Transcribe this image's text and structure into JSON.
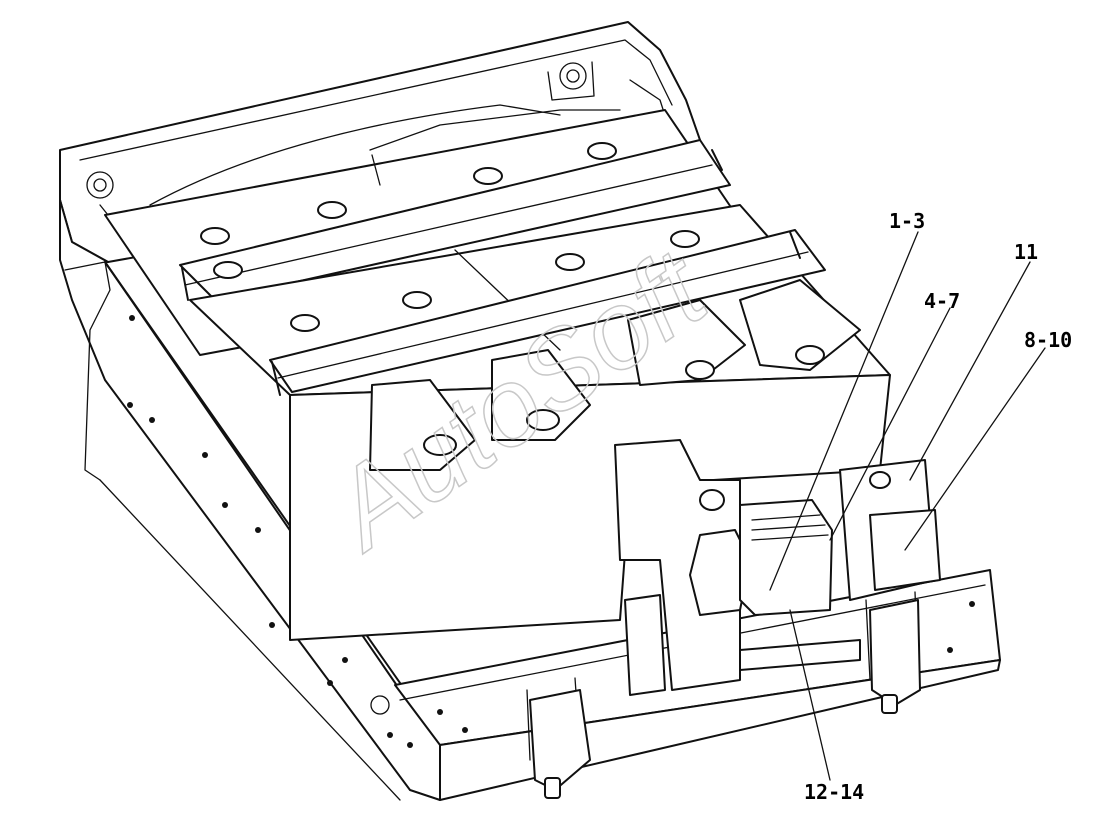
{
  "labels": {
    "part_1_3": "1-3",
    "part_4_7": "4-7",
    "part_11": "11",
    "part_8_10": "8-10",
    "part_12_14": "12-14"
  },
  "watermark": "AutoSoft",
  "colors": {
    "line": "#111111",
    "background": "#ffffff",
    "watermark": "#c8c8c8"
  }
}
